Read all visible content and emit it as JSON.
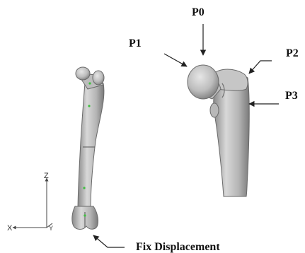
{
  "labels": {
    "p0": "P0",
    "p1": "P1",
    "p2": "P2",
    "p3": "P3",
    "fix": "Fix Displacement"
  },
  "axes": {
    "z": "Z",
    "x": "X",
    "y": "Y"
  },
  "colors": {
    "bone": "#c2c2c2",
    "bone_shadow": "#6e6e6e",
    "marker": "#3fbf3f",
    "arrow": "#222222"
  }
}
